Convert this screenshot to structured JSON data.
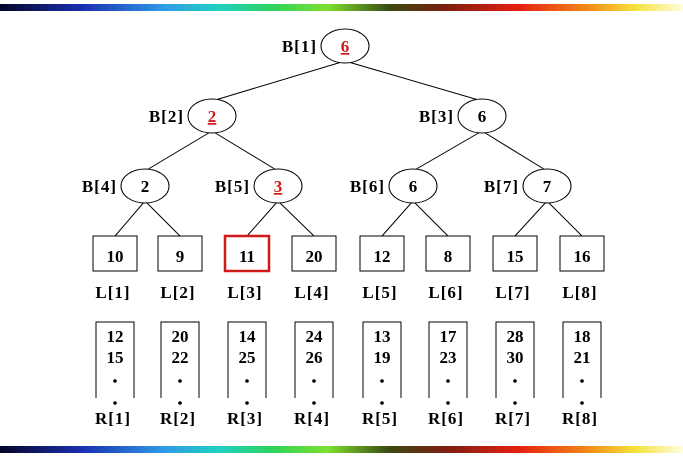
{
  "tree": {
    "nodes": [
      {
        "label": "B[1]",
        "value": "6",
        "highlight": true
      },
      {
        "label": "B[2]",
        "value": "2",
        "highlight": true
      },
      {
        "label": "B[3]",
        "value": "6",
        "highlight": false
      },
      {
        "label": "B[4]",
        "value": "2",
        "highlight": false
      },
      {
        "label": "B[5]",
        "value": "3",
        "highlight": true
      },
      {
        "label": "B[6]",
        "value": "6",
        "highlight": false
      },
      {
        "label": "B[7]",
        "value": "7",
        "highlight": false
      }
    ],
    "leaves": [
      {
        "label": "L[1]",
        "value": "10",
        "highlight": false
      },
      {
        "label": "L[2]",
        "value": "9",
        "highlight": false
      },
      {
        "label": "L[3]",
        "value": "11",
        "highlight": true
      },
      {
        "label": "L[4]",
        "value": "20",
        "highlight": false
      },
      {
        "label": "L[5]",
        "value": "12",
        "highlight": false
      },
      {
        "label": "L[6]",
        "value": "8",
        "highlight": false
      },
      {
        "label": "L[7]",
        "value": "15",
        "highlight": false
      },
      {
        "label": "L[8]",
        "value": "16",
        "highlight": false
      }
    ],
    "runs": [
      {
        "label": "R[1]",
        "values": [
          "12",
          "15"
        ]
      },
      {
        "label": "R[2]",
        "values": [
          "20",
          "22"
        ]
      },
      {
        "label": "R[3]",
        "values": [
          "14",
          "25"
        ]
      },
      {
        "label": "R[4]",
        "values": [
          "24",
          "26"
        ]
      },
      {
        "label": "R[5]",
        "values": [
          "13",
          "19"
        ]
      },
      {
        "label": "R[6]",
        "values": [
          "17",
          "23"
        ]
      },
      {
        "label": "R[7]",
        "values": [
          "28",
          "30"
        ]
      },
      {
        "label": "R[8]",
        "values": [
          "18",
          "21"
        ]
      }
    ]
  },
  "colors": {
    "highlight": "#d01a1a",
    "ink": "#000000"
  }
}
